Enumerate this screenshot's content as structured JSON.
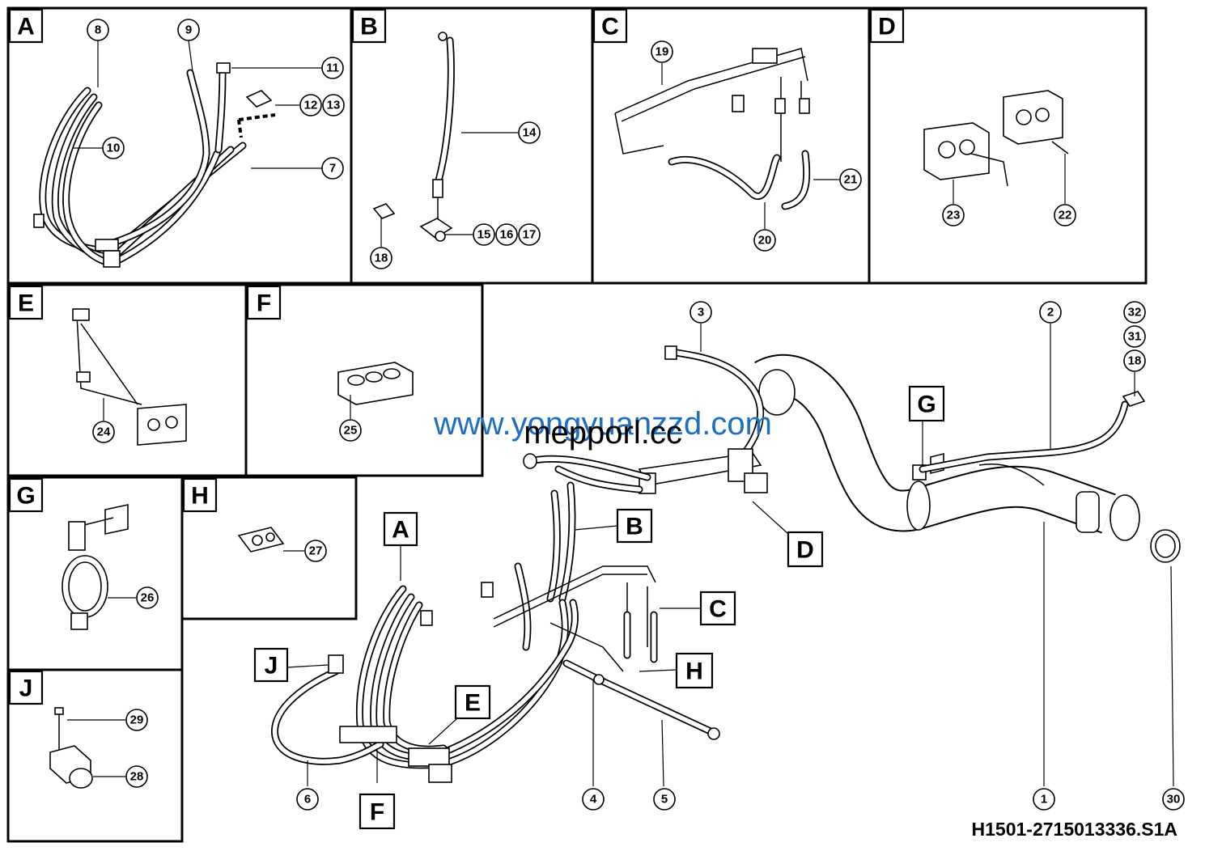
{
  "panels": {
    "A": "A",
    "B": "B",
    "C": "C",
    "D": "D",
    "E": "E",
    "F": "F",
    "G": "G",
    "H": "H",
    "J": "J"
  },
  "callouts": {
    "p1": "1",
    "p2": "2",
    "p3": "3",
    "p4": "4",
    "p5": "5",
    "p6": "6",
    "p7": "7",
    "p8": "8",
    "p9": "9",
    "p10": "10",
    "p11": "11",
    "p12": "12",
    "p13": "13",
    "p14": "14",
    "p15": "15",
    "p16": "16",
    "p17": "17",
    "p18": "18",
    "p18b": "18",
    "p19": "19",
    "p20": "20",
    "p21": "21",
    "p22": "22",
    "p23": "23",
    "p24": "24",
    "p25": "25",
    "p26": "26",
    "p27": "27",
    "p28": "28",
    "p29": "29",
    "p30": "30",
    "p31": "31",
    "p32": "32"
  },
  "main_labels": {
    "A": "A",
    "B": "B",
    "C": "C",
    "D": "D",
    "E": "E",
    "F": "F",
    "G": "G",
    "H": "H",
    "J": "J"
  },
  "watermark_1": "www.yongyuanzzd.com",
  "watermark_2": "mepporl.cc",
  "drawing_code": "H1501-2715013336.S1A",
  "colors": {
    "line": "#000000",
    "watermark_blue": "#1f6fc0",
    "background": "#ffffff"
  }
}
